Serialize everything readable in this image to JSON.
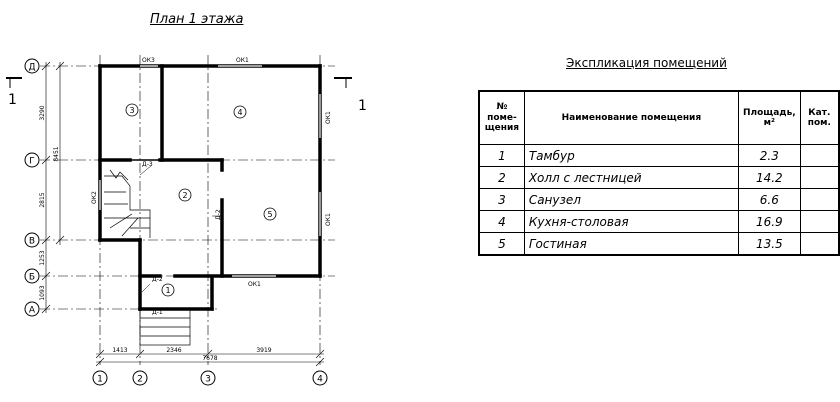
{
  "plan_title": "План 1 этажа",
  "explication_title": "Экспликация помещений",
  "section_mark": "1",
  "axes_letters": [
    "Д",
    "Г",
    "В",
    "Б",
    "А"
  ],
  "axes_numbers": [
    "1",
    "2",
    "3",
    "4"
  ],
  "vertical_dims": [
    "3290",
    "2815",
    "8451",
    "1253",
    "1093"
  ],
  "horizontal_dims": [
    "1413",
    "2346",
    "3919",
    "7678"
  ],
  "windows": [
    "ОК3",
    "ОК1",
    "ОК1",
    "ОК1",
    "ОК2",
    "ОК1"
  ],
  "doors": [
    "Д-3",
    "Д-2",
    "Д-2",
    "Д-1"
  ],
  "room_numbers": [
    "3",
    "4",
    "2",
    "5",
    "1"
  ],
  "table": {
    "headers": [
      "№ поме-щения",
      "Наименование помещения",
      "Площадь, м²",
      "Кат. пом."
    ],
    "rows": [
      {
        "num": "1",
        "name": "Тамбур",
        "area": "2.3",
        "cat": ""
      },
      {
        "num": "2",
        "name": "Холл с лестницей",
        "area": "14.2",
        "cat": ""
      },
      {
        "num": "3",
        "name": "Санузел",
        "area": "6.6",
        "cat": ""
      },
      {
        "num": "4",
        "name": "Кухня-столовая",
        "area": "16.9",
        "cat": ""
      },
      {
        "num": "5",
        "name": "Гостиная",
        "area": "13.5",
        "cat": ""
      }
    ]
  }
}
